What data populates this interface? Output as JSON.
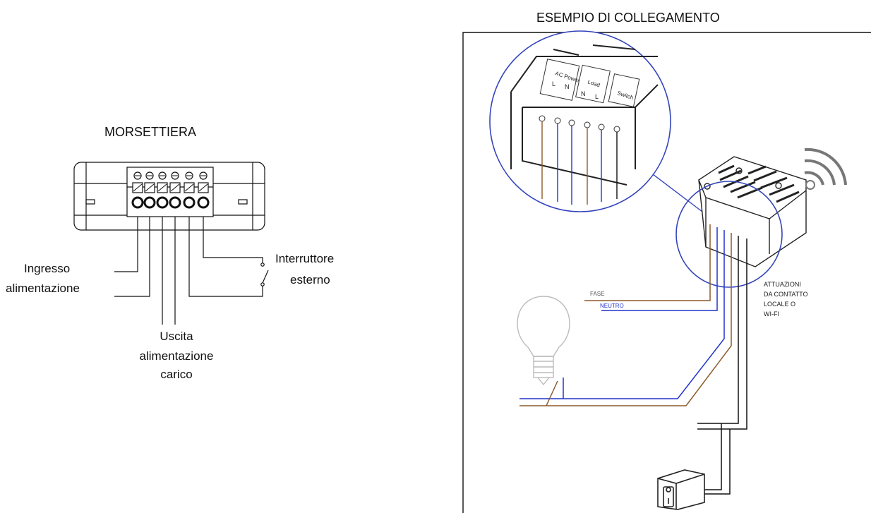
{
  "left": {
    "title": "MORSETTIERA",
    "input_label": [
      "Ingresso",
      "alimentazione"
    ],
    "switch_label": [
      "Interruttore",
      "esterno"
    ],
    "output_label": [
      "Uscita",
      "alimentazione",
      "carico"
    ]
  },
  "right": {
    "title": "ESEMPIO DI COLLEGAMENTO",
    "fase": "FASE",
    "neutro": "NEUTRO",
    "note": [
      "ATTUAZIONI",
      "DA CONTATTO",
      "LOCALE O",
      "WI-FI"
    ],
    "zoom_labels": {
      "ac_power": "AC Power",
      "ac_l": "L",
      "ac_n": "N",
      "load": "Load",
      "load_n": "N",
      "load_l": "L",
      "switch": "Switch"
    }
  },
  "colors": {
    "brown": "#8B5A2B",
    "blue": "#2233CC",
    "circle": "#3344BB",
    "black": "#111111"
  }
}
